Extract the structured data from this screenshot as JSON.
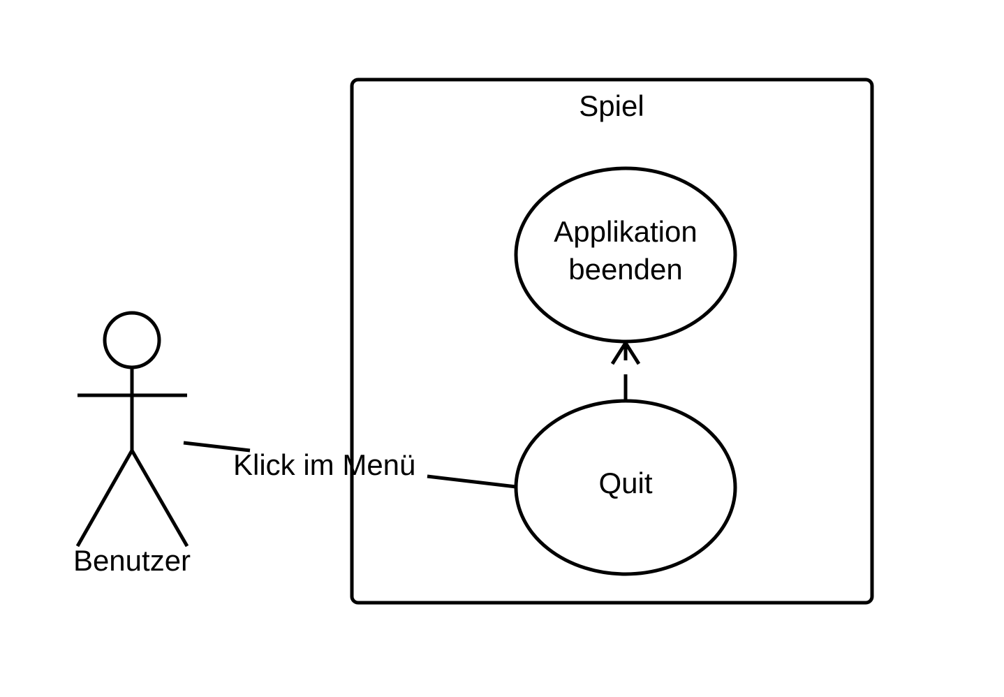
{
  "system": {
    "title": "Spiel"
  },
  "actor": {
    "label": "Benutzer"
  },
  "use_cases": {
    "top_line1": "Applikation",
    "top_line2": "beenden",
    "bottom": "Quit"
  },
  "association": {
    "label": "Klick im Menü"
  },
  "colors": {
    "stroke": "#000000",
    "background": "#ffffff"
  }
}
